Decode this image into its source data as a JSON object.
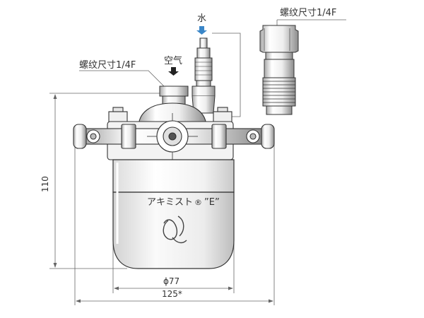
{
  "labels": {
    "water": "水",
    "thread_top": "螺纹尺寸1/4F",
    "thread_left": "螺纹尺寸1/4F",
    "air": "空气"
  },
  "dimensions": {
    "height": "110",
    "diameter": "ϕ77",
    "width": "125*"
  },
  "product": {
    "brand": "アキミスト",
    "registered": "®",
    "model": "”E”"
  },
  "colors": {
    "water_arrow": "#3a86c8",
    "air_arrow": "#222222",
    "line": "#333333",
    "dim_line": "#666666",
    "body_fill": "#f4f4f4",
    "shade": "#c8c8c8"
  }
}
